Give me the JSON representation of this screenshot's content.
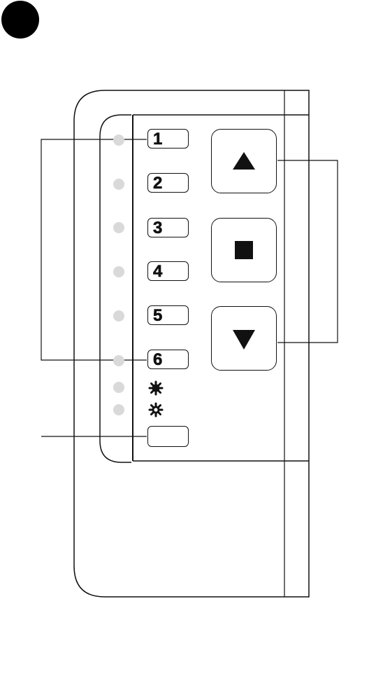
{
  "page_badge": {
    "color": "#000000"
  },
  "remote": {
    "channels": [
      {
        "label": "1"
      },
      {
        "label": "2"
      },
      {
        "label": "3"
      },
      {
        "label": "4"
      },
      {
        "label": "5"
      },
      {
        "label": "6"
      }
    ],
    "extra_indicators": [
      {
        "icon": "sun-solid-icon"
      },
      {
        "icon": "sun-outline-icon"
      }
    ],
    "select_button": {
      "label": ""
    },
    "control_buttons": [
      {
        "icon": "up-triangle-icon"
      },
      {
        "icon": "stop-square-icon"
      },
      {
        "icon": "down-triangle-icon"
      }
    ],
    "led_color": "#d9d9d9",
    "outline_color": "#111111"
  }
}
